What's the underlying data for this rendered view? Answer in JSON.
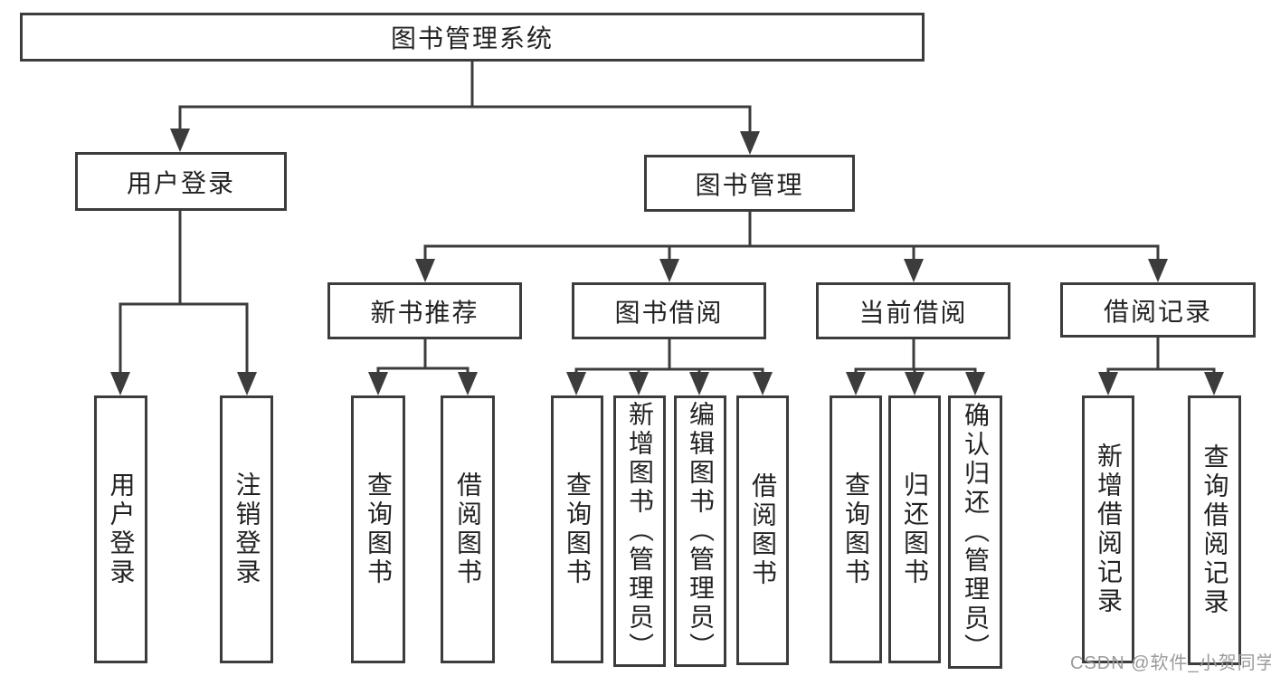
{
  "diagram": {
    "title_node": {
      "label": "图书管理系统"
    },
    "level2": {
      "user_login": {
        "label": "用户登录"
      },
      "book_management": {
        "label": "图书管理"
      }
    },
    "level3": {
      "new_book_recommend": {
        "label": "新书推荐"
      },
      "book_borrowing": {
        "label": "图书借阅"
      },
      "current_borrowing": {
        "label": "当前借阅"
      },
      "borrowing_records": {
        "label": "借阅记录"
      }
    },
    "leaves": [
      {
        "parent": "用户登录",
        "label": "用户登录"
      },
      {
        "parent": "用户登录",
        "label": "注销登录"
      },
      {
        "parent": "新书推荐",
        "label": "查询图书"
      },
      {
        "parent": "新书推荐",
        "label": "借阅图书"
      },
      {
        "parent": "图书借阅",
        "label": "查询图书"
      },
      {
        "parent": "图书借阅",
        "label": "新增图书（管理员）"
      },
      {
        "parent": "图书借阅",
        "label": "编辑图书（管理员）"
      },
      {
        "parent": "图书借阅",
        "label": "借阅图书"
      },
      {
        "parent": "当前借阅",
        "label": "查询图书"
      },
      {
        "parent": "当前借阅",
        "label": "归还图书"
      },
      {
        "parent": "当前借阅",
        "label": "确认归还（管理员）"
      },
      {
        "parent": "借阅记录",
        "label": "新增借阅记录"
      },
      {
        "parent": "借阅记录",
        "label": "查询借阅记录"
      }
    ],
    "watermark": "CSDN @软件_小贺同学",
    "colors": {
      "line": "#3c3c3c",
      "text": "#222222",
      "watermark": "#9b9b9b",
      "background": "#ffffff"
    }
  }
}
